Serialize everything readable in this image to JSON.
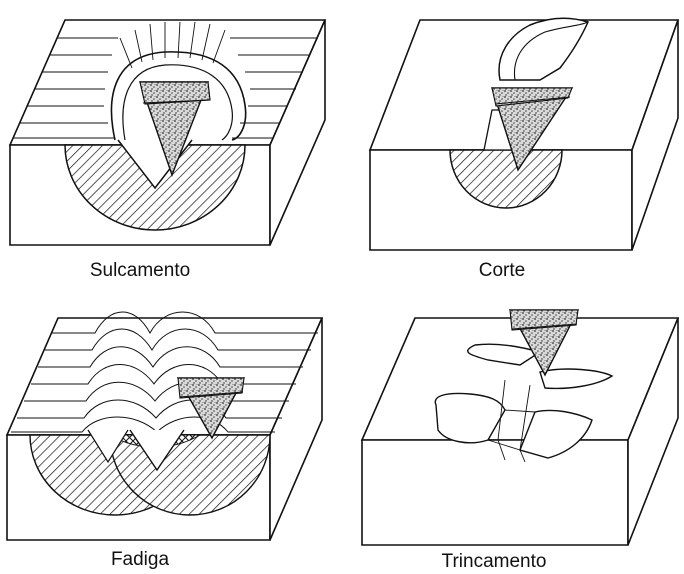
{
  "panels": [
    {
      "id": "sulcamento",
      "label": "Sulcamento"
    },
    {
      "id": "corte",
      "label": "Corte"
    },
    {
      "id": "fadiga",
      "label": "Fadiga"
    },
    {
      "id": "trincamento",
      "label": "Trincamento"
    }
  ],
  "colors": {
    "ink": "#111111",
    "paper": "#ffffff",
    "stipple": "#555555"
  }
}
